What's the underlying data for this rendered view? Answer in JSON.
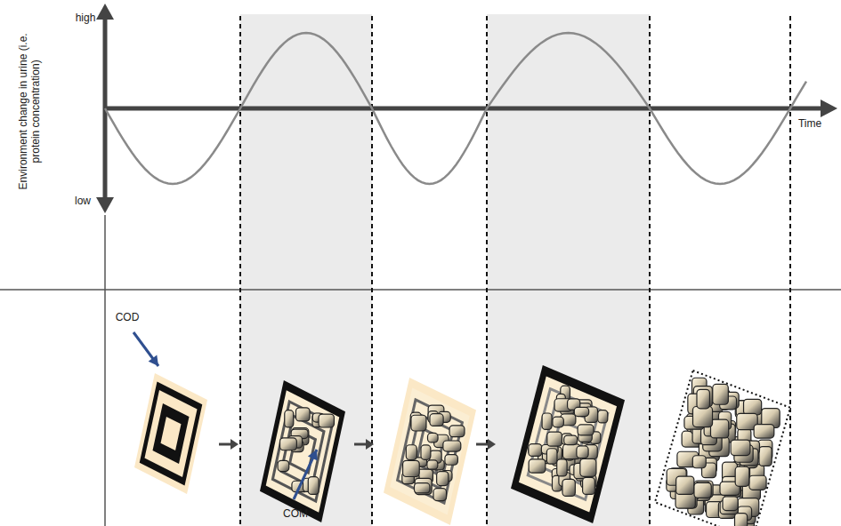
{
  "diagram": {
    "labels": [
      "high",
      "Environment change in urine (i.e. protein concentration)",
      "low",
      "Time",
      "COD",
      "COM"
    ]
  }
}
